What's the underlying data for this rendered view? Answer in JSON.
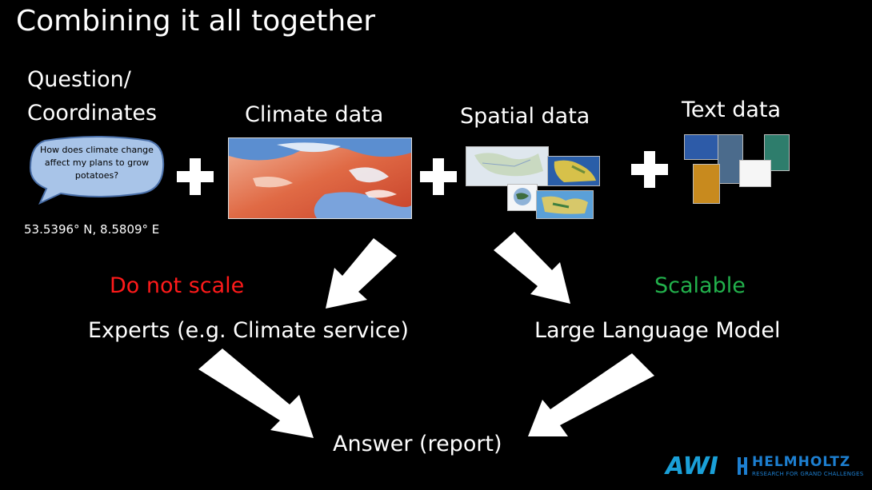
{
  "slide": {
    "title": "Combining it all together",
    "inputs": {
      "question_line1": "Question/",
      "question_line2": "Coordinates",
      "bubble_text": "How does climate change affect my plans to grow potatoes?",
      "coordinates": "53.5396° N, 8.5809° E",
      "climate_label": "Climate data",
      "spatial_label": "Spatial data",
      "text_label": "Text data"
    },
    "paths": {
      "left_status": "Do not scale",
      "right_status": "Scalable",
      "left_node": "Experts (e.g. Climate service)",
      "right_node": "Large Language Model"
    },
    "output": "Answer (report)",
    "logos": {
      "institute": "AWI",
      "partner": "HELMHOLTZ",
      "partner_tagline": "RESEARCH FOR GRAND CHALLENGES"
    }
  },
  "colors": {
    "no_scale": "#ff1a1a",
    "scalable": "#22b14c",
    "bubble_fill": "#a8c4e8"
  }
}
